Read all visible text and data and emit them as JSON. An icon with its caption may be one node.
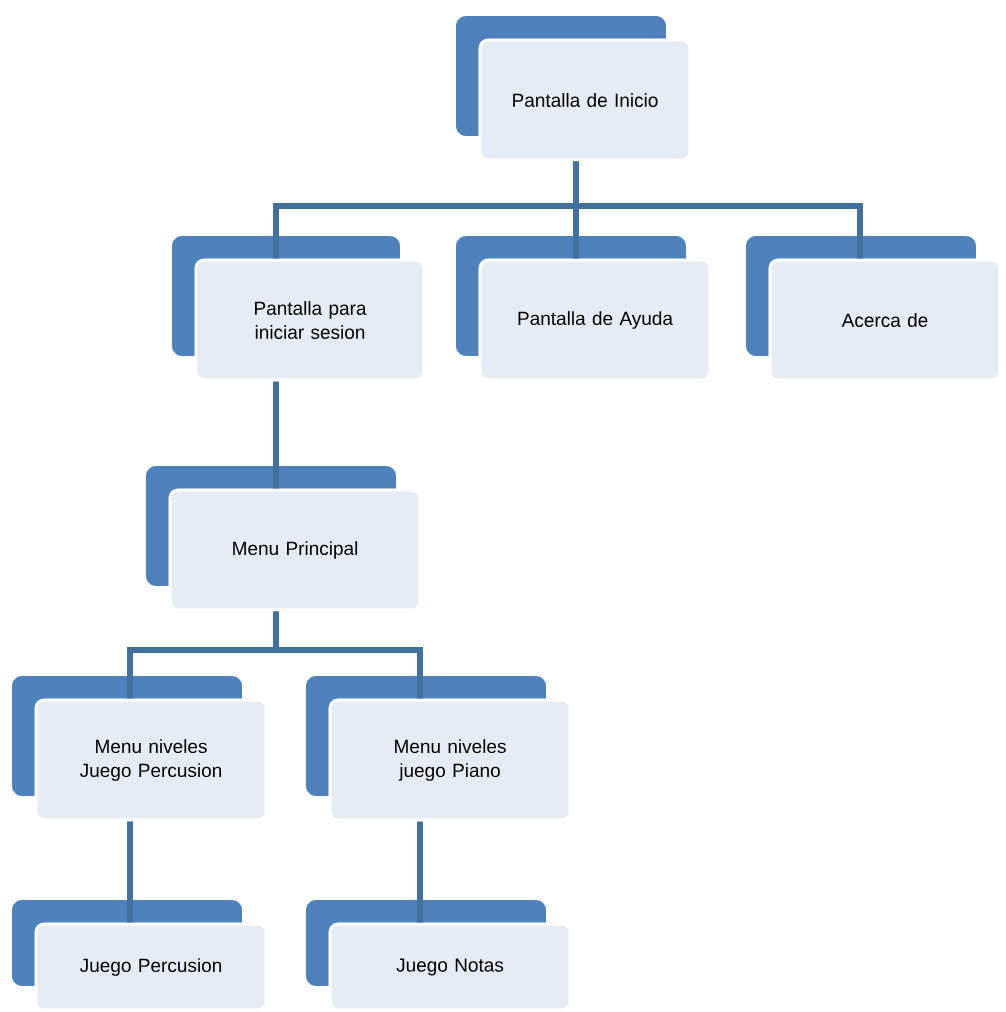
{
  "diagram": {
    "nodes": [
      {
        "text": [
          "Pantalla de Inicio"
        ]
      },
      {
        "text": [
          "Pantalla para iniciar sesion"
        ]
      },
      {
        "text": [
          "Pantalla de Ayuda"
        ]
      },
      {
        "text": [
          "Acerca de"
        ]
      },
      {
        "text": [
          "Menu Principal"
        ]
      },
      {
        "text": [
          "Menu niveles Juego Percusion"
        ]
      },
      {
        "text": [
          "Menu niveles juego Piano"
        ]
      },
      {
        "text": [
          "Juego Percusion"
        ]
      },
      {
        "text": [
          "Juego Notas"
        ]
      }
    ],
    "edges": [
      {
        "from": 0,
        "to": 1,
        "arrow": "none"
      },
      {
        "from": 0,
        "to": 2,
        "arrow": "none"
      },
      {
        "from": 0,
        "to": 3,
        "arrow": "none"
      },
      {
        "from": 1,
        "to": 4,
        "arrow": "none"
      },
      {
        "from": 4,
        "to": 5,
        "arrow": "none"
      },
      {
        "from": 4,
        "to": 6,
        "arrow": "none"
      },
      {
        "from": 5,
        "to": 7,
        "arrow": "none"
      },
      {
        "from": 6,
        "to": 8,
        "arrow": "none"
      }
    ]
  }
}
